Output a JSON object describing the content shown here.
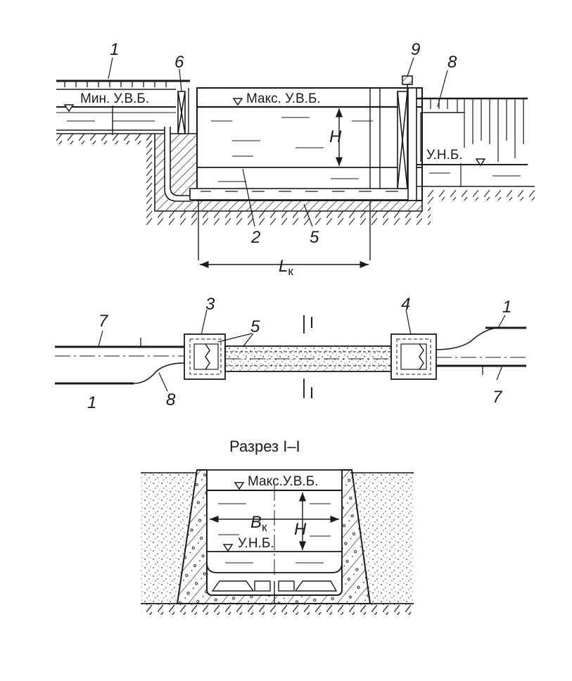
{
  "profile": {
    "labels": {
      "n1": "1",
      "n6": "6",
      "n9": "9",
      "n8": "8",
      "n2": "2",
      "n5": "5",
      "min_uvb": "Мин. У.В.Б.",
      "max_uvb": "Макс. У.В.Б.",
      "unb": "У.Н.Б.",
      "h": "H",
      "lk": "L",
      "lk_sub": "к"
    }
  },
  "plan": {
    "labels": {
      "n7_left": "7",
      "n1_left": "1",
      "n8": "8",
      "n3": "3",
      "n5": "5",
      "n4": "4",
      "n1_right": "1",
      "n7_right": "7",
      "sec_top": "I",
      "sec_bottom": "I"
    }
  },
  "section": {
    "title": "Разрез I–I",
    "labels": {
      "max_uvb": "Макс.У.В.Б.",
      "unb": "У.Н.Б.",
      "bk": "B",
      "bk_sub": "к",
      "h": "H"
    }
  }
}
